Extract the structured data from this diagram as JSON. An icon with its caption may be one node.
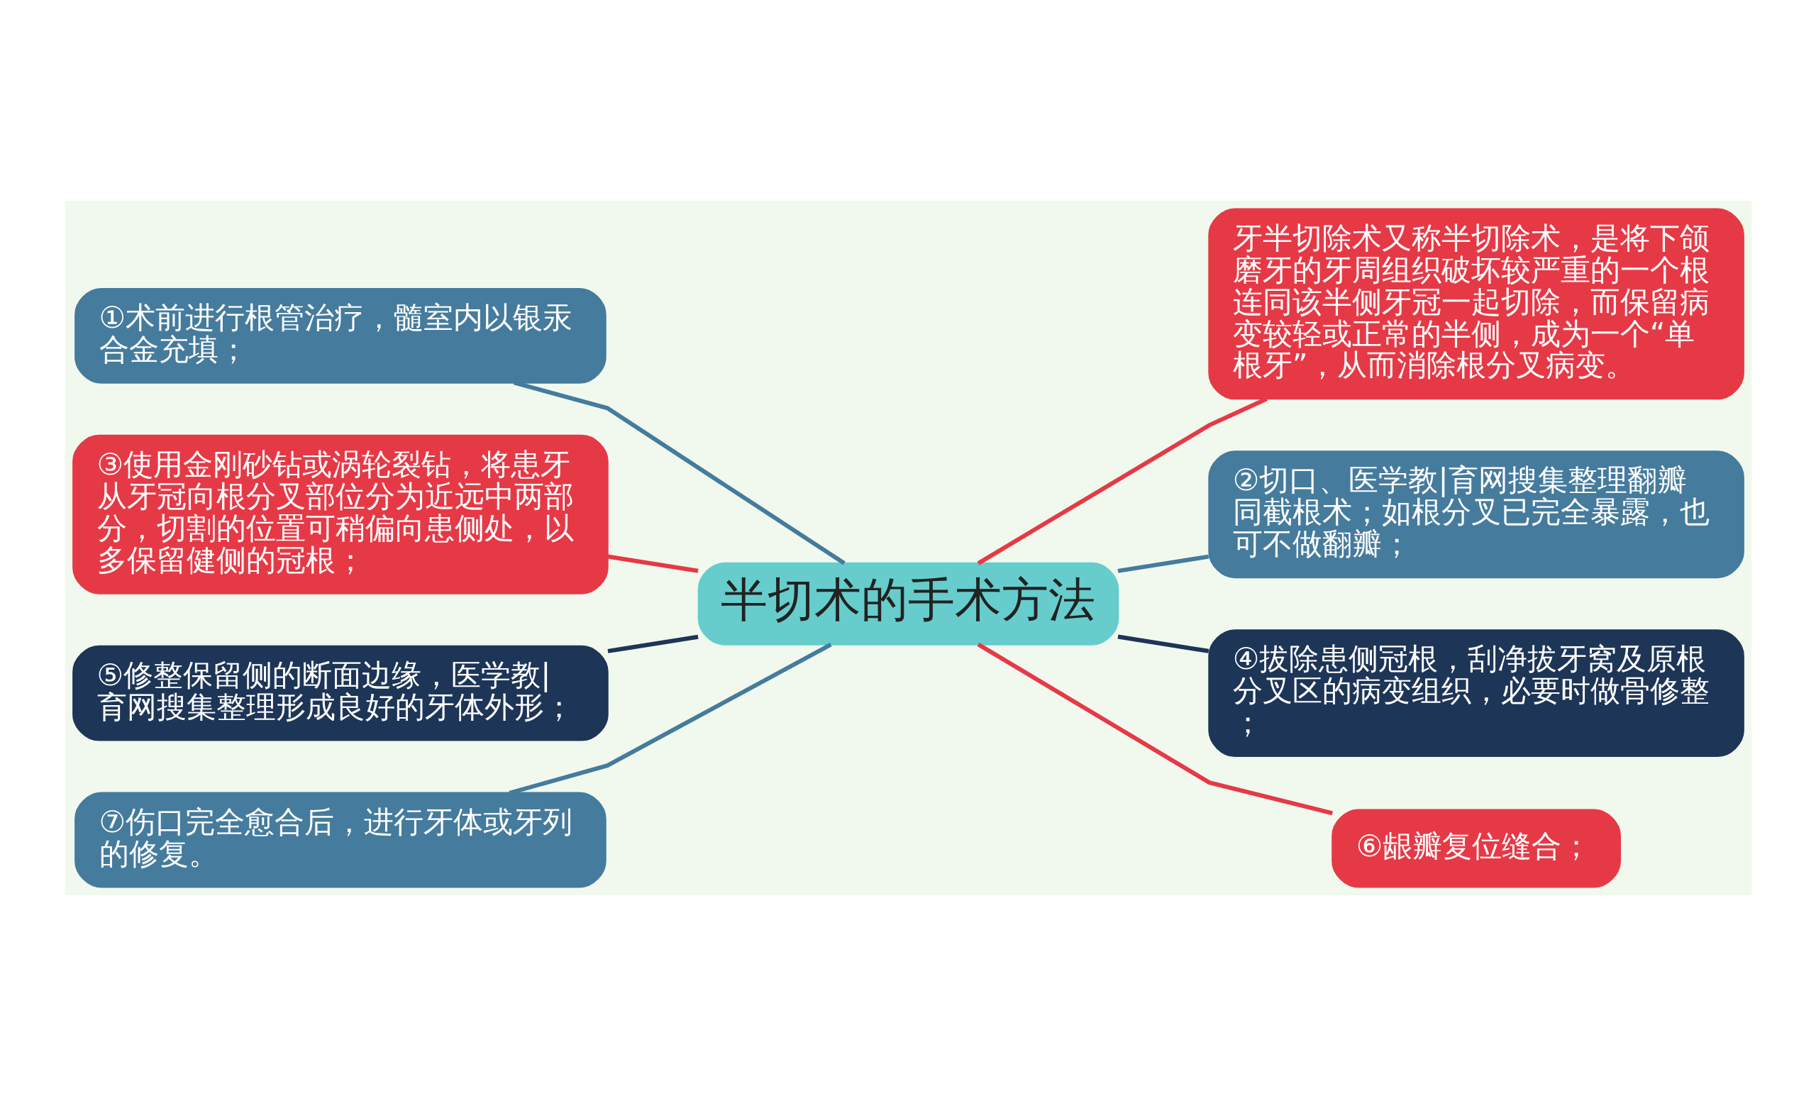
{
  "diagram": {
    "nodes": [
      {
        "text": [
          "半切术的手术方法"
        ]
      },
      {
        "text": [
          "①术前进行根管治疗，髓室内以银汞合金充填；"
        ]
      },
      {
        "text": [
          "③使用金刚砂钻或涡轮裂钻，将患牙从牙冠向根分叉部位分为近远中两部分，切割的位置可稍偏向患侧处，以多保留健侧的冠根；"
        ]
      },
      {
        "text": [
          "⑤修整保留侧的断面边缘，医学教|育网搜集整理形成良好的牙体外形；"
        ]
      },
      {
        "text": [
          "⑦伤口完全愈合后，进行牙体或牙列的修复。"
        ]
      },
      {
        "text": [
          "牙半切除术又称半切除术，是将下颌磨牙的牙周组织破坏较严重的一个根连同该半侧牙冠一起切除，而保留病变较轻或正常的半侧，成为一个“单根牙”，从而消除根分叉病变。"
        ]
      },
      {
        "text": [
          "②切口、医学教|育网搜集整理翻瓣同截根术；如根分叉已完全暴露，也可不做翻瓣；"
        ]
      },
      {
        "text": [
          "④拔除患侧冠根，刮净拔牙窝及原根分叉区的病变组织，必要时做骨修整；"
        ]
      },
      {
        "text": [
          "⑥龈瓣复位缝合；"
        ]
      }
    ],
    "edges": [
      {
        "from": 0,
        "to": 1,
        "arrow": "none",
        "color": "#457b9d"
      },
      {
        "from": 0,
        "to": 2,
        "arrow": "none",
        "color": "#e63946"
      },
      {
        "from": 0,
        "to": 3,
        "arrow": "none",
        "color": "#1d3557"
      },
      {
        "from": 0,
        "to": 4,
        "arrow": "none",
        "color": "#457b9d"
      },
      {
        "from": 0,
        "to": 5,
        "arrow": "none",
        "color": "#e63946"
      },
      {
        "from": 0,
        "to": 6,
        "arrow": "none",
        "color": "#457b9d"
      },
      {
        "from": 0,
        "to": 7,
        "arrow": "none",
        "color": "#1d3557"
      },
      {
        "from": 0,
        "to": 8,
        "arrow": "none",
        "color": "#e63946"
      }
    ]
  }
}
